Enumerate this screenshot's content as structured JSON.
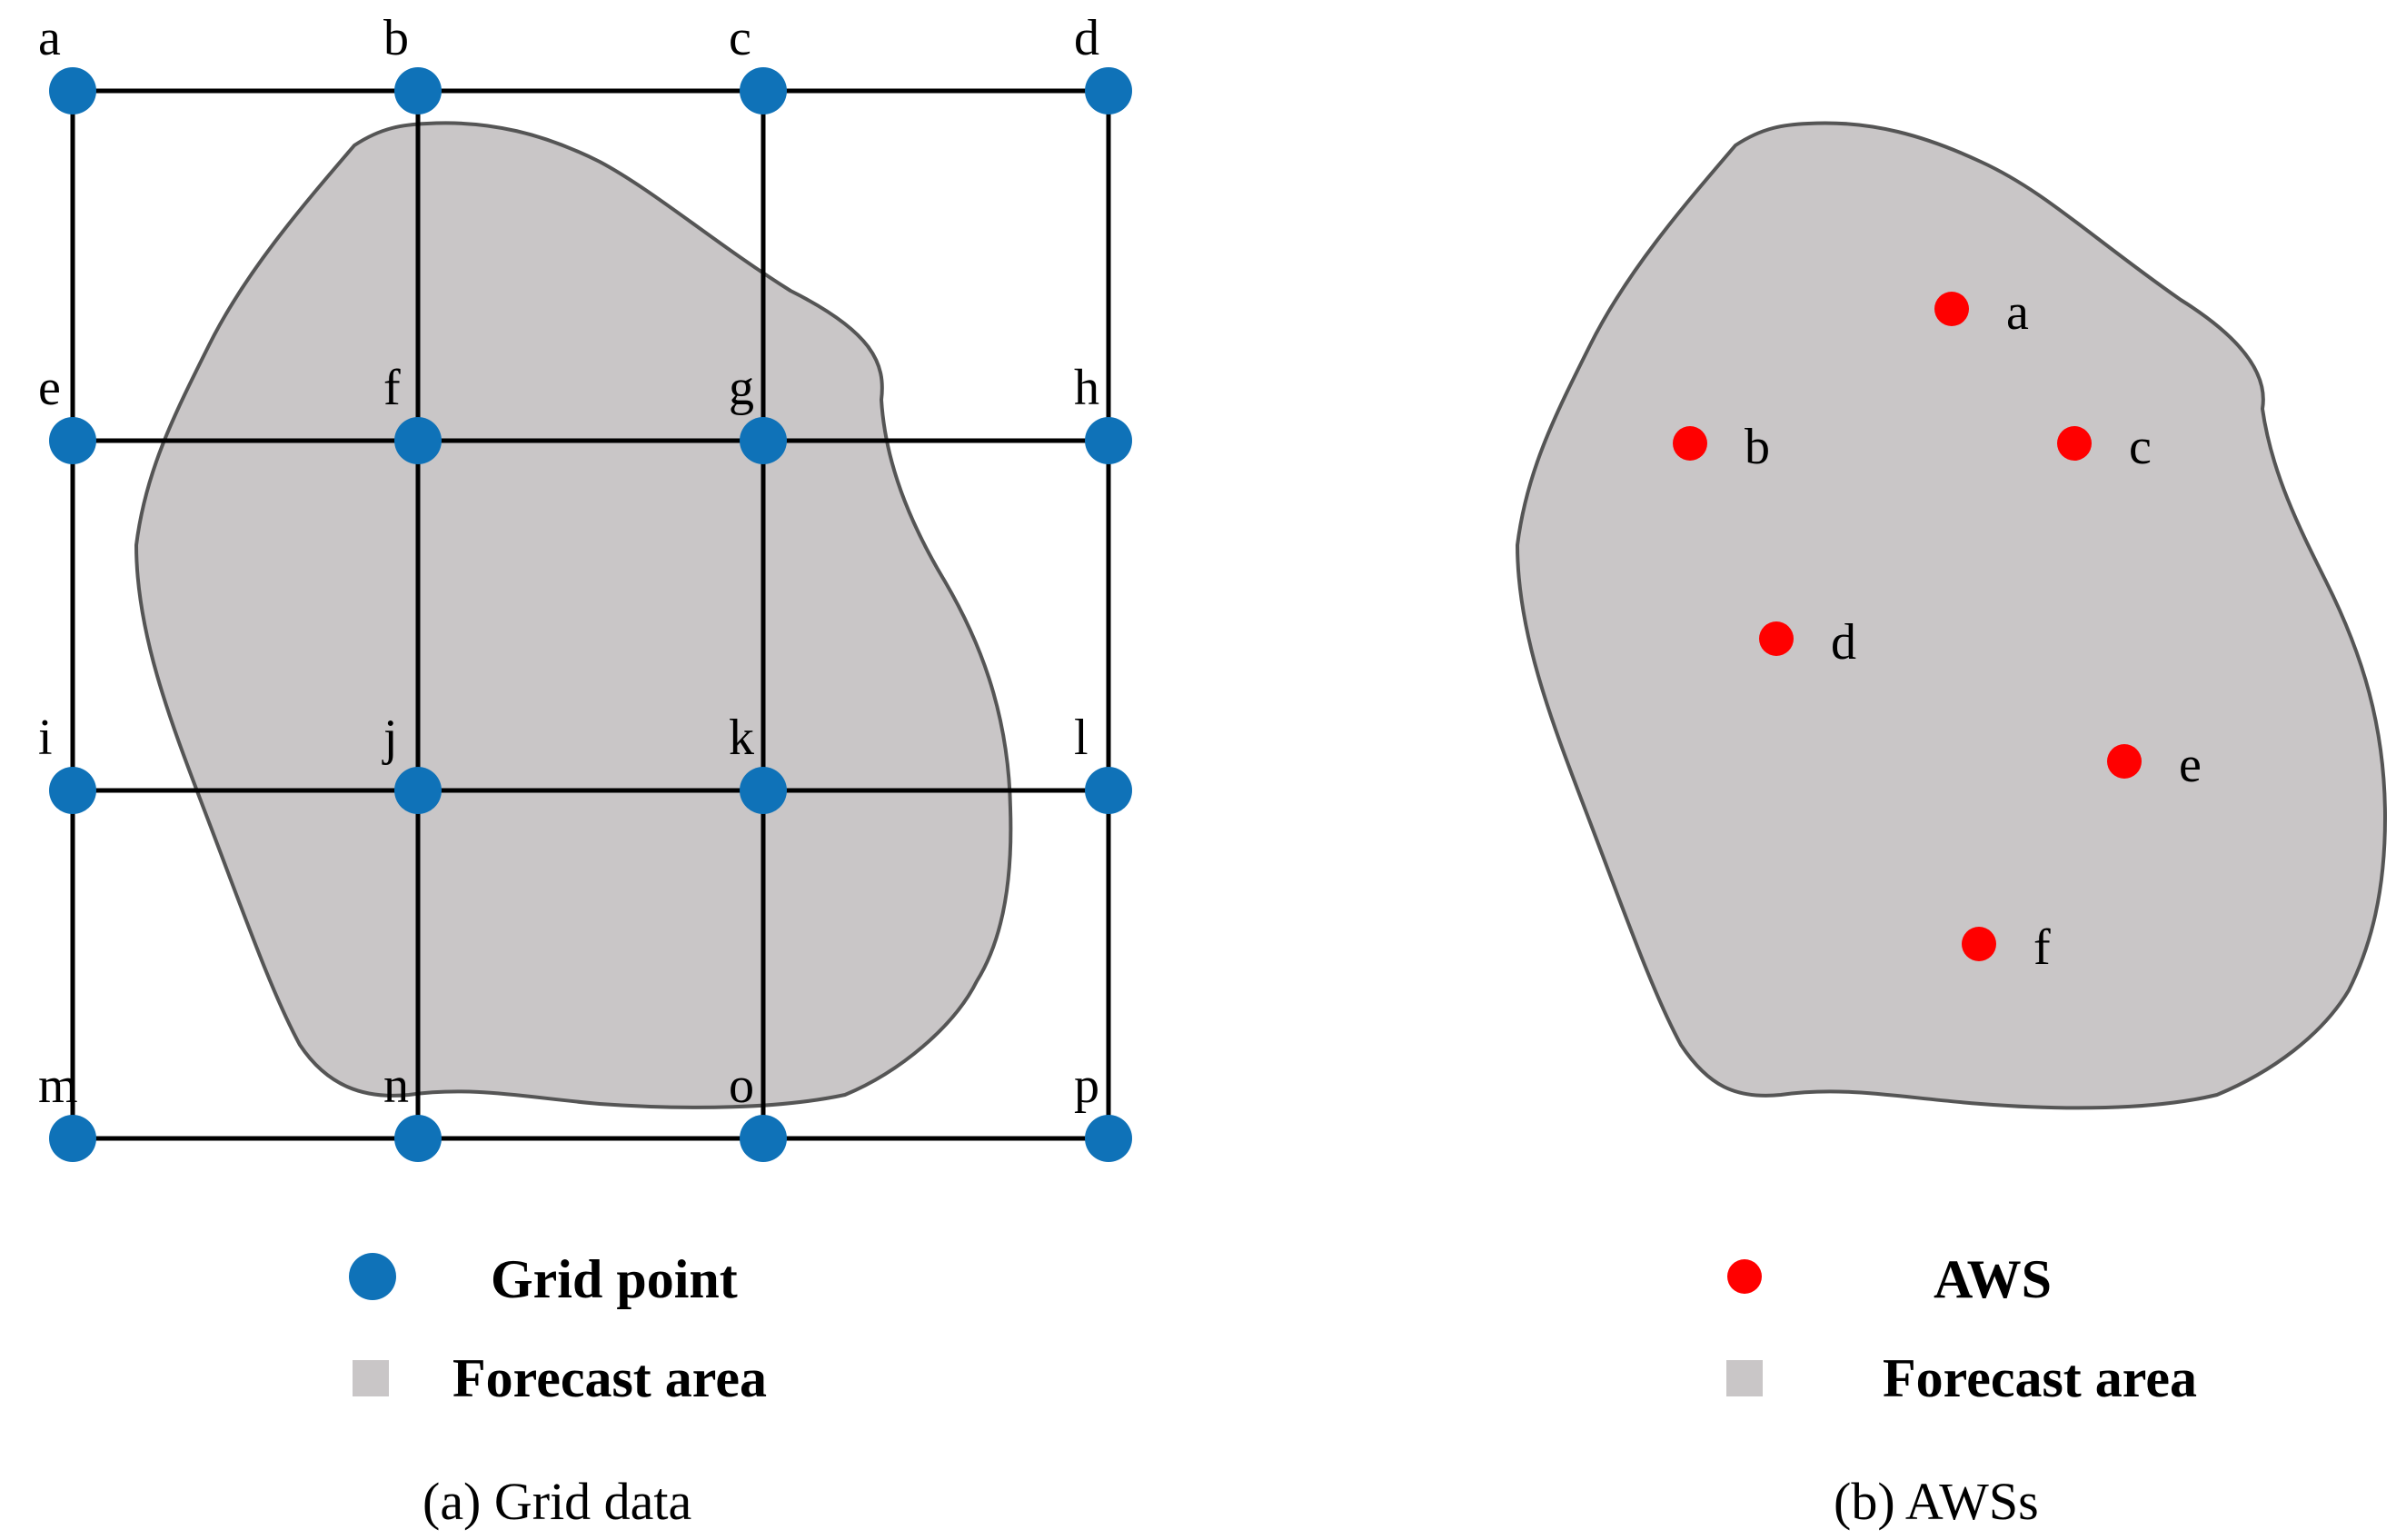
{
  "panel_a": {
    "grid_point_labels": [
      "a",
      "b",
      "c",
      "d",
      "e",
      "f",
      "g",
      "h",
      "i",
      "j",
      "k",
      "l",
      "m",
      "n",
      "o",
      "p"
    ],
    "legend": {
      "grid_point": "Grid point",
      "forecast_area": "Forecast area"
    },
    "caption": "(a) Grid data"
  },
  "panel_b": {
    "aws_labels": [
      "a",
      "b",
      "c",
      "d",
      "e",
      "f"
    ],
    "legend": {
      "aws": "AWS",
      "forecast_area": "Forecast area"
    },
    "caption": "(b) AWSs"
  },
  "colors": {
    "grid_point": "#0f72b8",
    "aws_point": "#ff0000",
    "forecast_area_fill": "#c9c6c7",
    "forecast_area_stroke": "#555555",
    "grid_line": "#000000"
  }
}
